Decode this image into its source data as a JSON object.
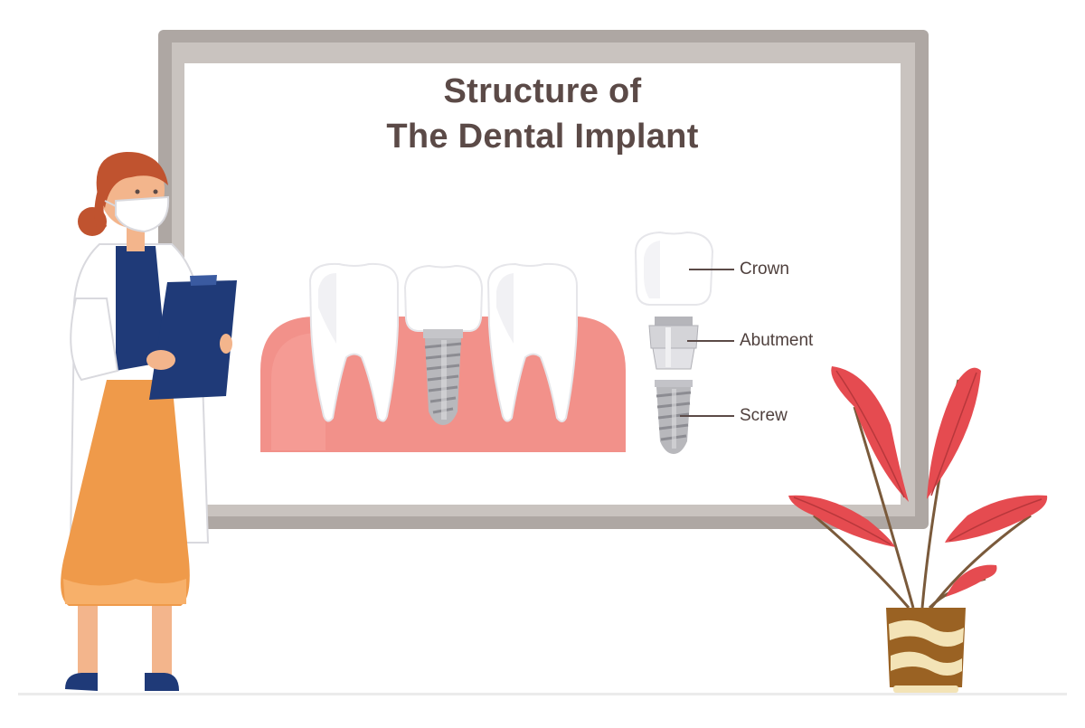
{
  "diagram": {
    "title_line_1": "Structure of",
    "title_line_2": "The Dental Implant",
    "parts": [
      {
        "label": "Crown"
      },
      {
        "label": "Abutment"
      },
      {
        "label": "Screw"
      }
    ]
  },
  "colors": {
    "board_frame": "#aea7a3",
    "board_frame_dark": "#98908c",
    "board_inner": "#ffffff",
    "gum": "#f2918a",
    "gum_light": "#f7b2ac",
    "tooth": "#ffffff",
    "tooth_shade": "#e6e6ea",
    "metal": "#b8b8bc",
    "metal_dark": "#8c8c92",
    "title_text": "#5b4a47",
    "coat": "#ffffff",
    "shirt": "#1f3a78",
    "skirt": "#ef9a4a",
    "hair": "#c0532f",
    "skin": "#f3b58c",
    "clipboard": "#1f3a78",
    "leaf": "#e54b50",
    "pot": "#9a6223",
    "pot_stripe": "#f3e3b6"
  },
  "icons": [
    "dentist-character",
    "clipboard-icon",
    "plant-icon",
    "tooth-icon",
    "implant-screw-icon",
    "crown-icon",
    "abutment-icon"
  ]
}
